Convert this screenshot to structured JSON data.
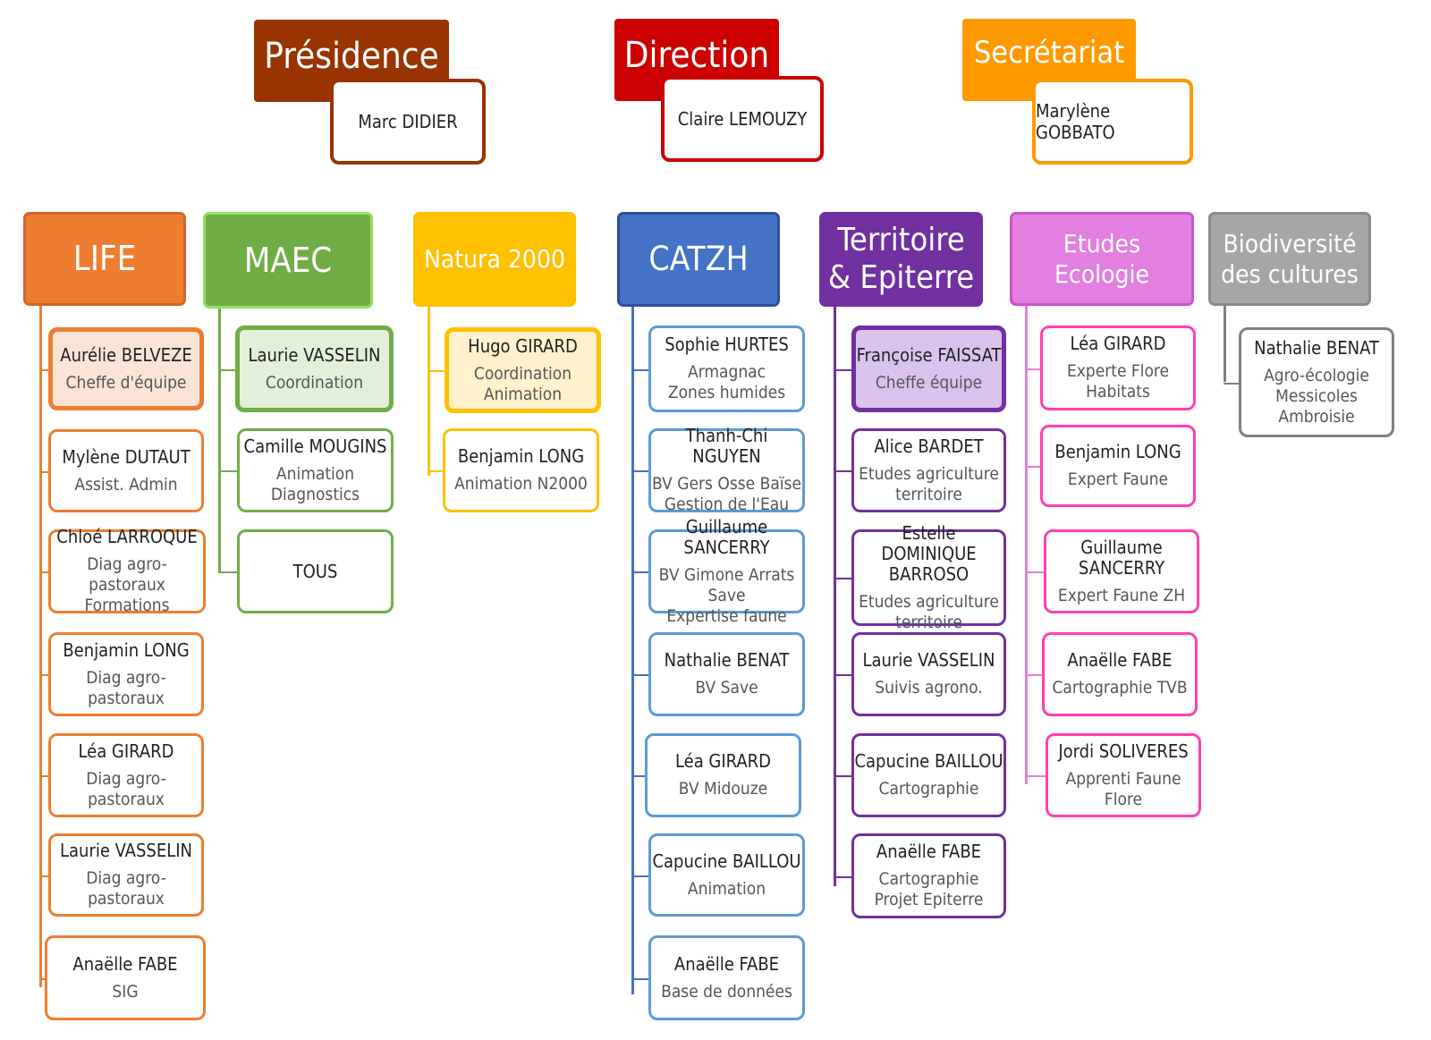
{
  "colors": {
    "presidence": "#993300",
    "direction": "#cc0000",
    "secretariat": "#ff9900",
    "life": "#ed7d31",
    "maec": "#70ad47",
    "natura": "#ffc000",
    "catzh": "#4472c4",
    "territoire": "#7030a0",
    "etudes": "#e27fe0",
    "biodiversite": "#a6a6a6"
  },
  "top": {
    "presidence": {
      "title": "Présidence",
      "name": "Marc DIDIER"
    },
    "direction": {
      "title": "Direction",
      "name": "Claire LEMOUZY"
    },
    "secretariat": {
      "title": "Secrétariat",
      "name": "Marylène GOBBATO"
    }
  },
  "heads": {
    "life": "LIFE",
    "maec": "MAEC",
    "natura": "Natura 2000",
    "catzh": "CATZH",
    "territoire": "Territoire & Epiterre",
    "etudes": "Etudes Ecologie",
    "biodiversite": "Biodiversité des cultures"
  },
  "life": [
    {
      "name": "Aurélie BELVEZE",
      "role": "Cheffe d'équipe"
    },
    {
      "name": "Mylène DUTAUT",
      "role": "Assist. Admin"
    },
    {
      "name": "Chloé LARROQUE",
      "role": "Diag agro-pastoraux\nFormations"
    },
    {
      "name": "Benjamin LONG",
      "role": "Diag agro-pastoraux"
    },
    {
      "name": "Léa GIRARD",
      "role": "Diag agro-pastoraux"
    },
    {
      "name": "Laurie VASSELIN",
      "role": "Diag agro-pastoraux"
    },
    {
      "name": "Anaëlle FABE",
      "role": "SIG"
    }
  ],
  "maec": [
    {
      "name": "Laurie VASSELIN",
      "role": "Coordination"
    },
    {
      "name": "Camille MOUGINS",
      "role": "Animation Diagnostics"
    },
    {
      "name": "TOUS",
      "role": ""
    }
  ],
  "natura": [
    {
      "name": "Hugo GIRARD",
      "role": "Coordination\nAnimation"
    },
    {
      "name": "Benjamin LONG",
      "role": "Animation N2000"
    }
  ],
  "catzh": [
    {
      "name": "Sophie HURTES",
      "role": "Armagnac\nZones humides"
    },
    {
      "name": "Thanh-Chi NGUYEN",
      "role": "BV Gers Osse Baïse\nGestion de l'Eau"
    },
    {
      "name": "Guillaume SANCERRY",
      "role": "BV Gimone Arrats Save\nExpertise faune"
    },
    {
      "name": "Nathalie BENAT",
      "role": "BV Save"
    },
    {
      "name": "Léa GIRARD",
      "role": "BV Midouze"
    },
    {
      "name": "Capucine BAILLOU",
      "role": "Animation"
    },
    {
      "name": "Anaëlle FABE",
      "role": "Base de données"
    }
  ],
  "territoire": [
    {
      "name": "Françoise FAISSAT",
      "role": "Cheffe équipe"
    },
    {
      "name": "Alice BARDET",
      "role": "Etudes agriculture\nterritoire"
    },
    {
      "name": "Estelle DOMINIQUE BARROSO",
      "role": "Etudes agriculture\nterritoire"
    },
    {
      "name": "Laurie VASSELIN",
      "role": "Suivis agrono."
    },
    {
      "name": "Capucine BAILLOU",
      "role": "Cartographie"
    },
    {
      "name": "Anaëlle FABE",
      "role": "Cartographie\nProjet Epiterre"
    }
  ],
  "etudes": [
    {
      "name": "Léa GIRARD",
      "role": "Experte Flore\nHabitats"
    },
    {
      "name": "Benjamin LONG",
      "role": "Expert Faune"
    },
    {
      "name": "Guillaume SANCERRY",
      "role": "Expert Faune ZH"
    },
    {
      "name": "Anaëlle FABE",
      "role": "Cartographie TVB"
    },
    {
      "name": "Jordi SOLIVERES",
      "role": "Apprenti Faune Flore"
    }
  ],
  "biodiversite": [
    {
      "name": "Nathalie BENAT",
      "role": "Agro-écologie\nMessicoles\nAmbroisie"
    }
  ]
}
